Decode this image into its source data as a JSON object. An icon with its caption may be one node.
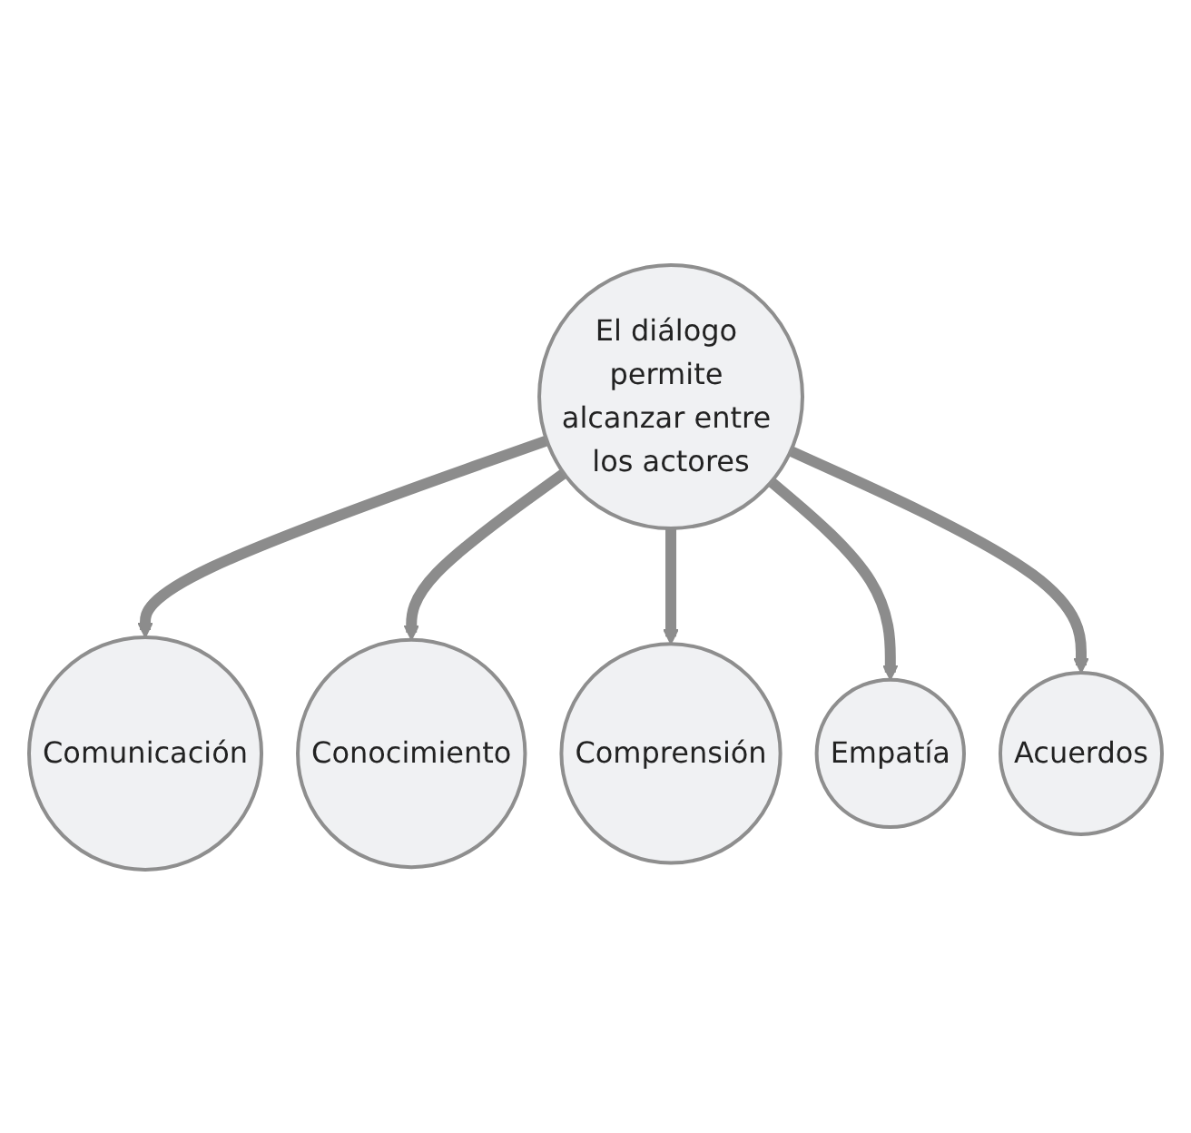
{
  "diagram": {
    "nodes": [
      {
        "text": [
          "Comunicación"
        ]
      },
      {
        "text": [
          "Acuerdos"
        ]
      },
      {
        "text": [
          "El diálogo permite alcanzar entre los actores"
        ]
      },
      {
        "text": [
          "Conocimiento"
        ]
      },
      {
        "text": [
          "Empatía"
        ]
      },
      {
        "text": [
          "Comprensión"
        ]
      }
    ],
    "edges": [
      {
        "from": 2,
        "to": 0,
        "arrow": "to"
      },
      {
        "from": 2,
        "to": 3,
        "arrow": "to"
      },
      {
        "from": 2,
        "to": 5,
        "arrow": "to"
      },
      {
        "from": 2,
        "to": 4,
        "arrow": "to"
      },
      {
        "from": 2,
        "to": 1,
        "arrow": "to"
      }
    ]
  }
}
